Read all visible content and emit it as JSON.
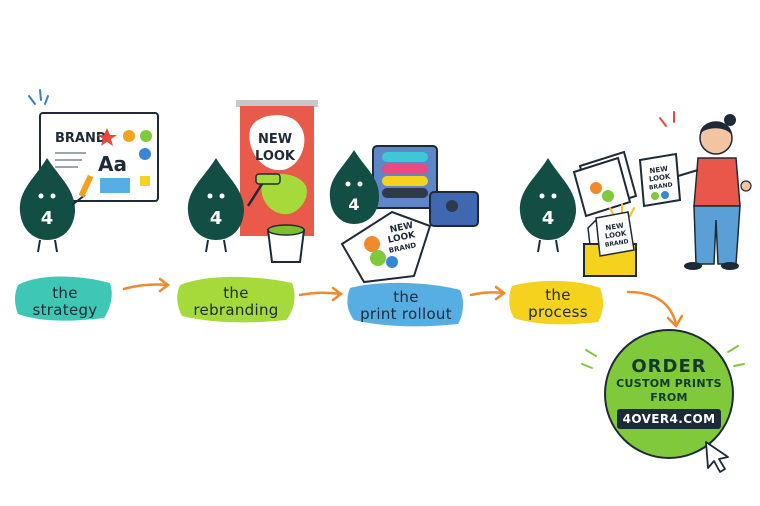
{
  "steps": [
    {
      "line1": "the",
      "line2": "strategy",
      "color": "#3ec7b5"
    },
    {
      "line1": "the",
      "line2": "rebranding",
      "color": "#a6d93a"
    },
    {
      "line1": "the",
      "line2": "print rollout",
      "color": "#57aee3"
    },
    {
      "line1": "the",
      "line2": "process",
      "color": "#f4d21e"
    }
  ],
  "board": {
    "brand": "BRAND",
    "font_sample": "Aa"
  },
  "banner": {
    "line1": "NEW",
    "line2": "LOOK"
  },
  "print_sheet": {
    "line1": "NEW",
    "line2": "LOOK",
    "line3": "BRAND"
  },
  "box_card": {
    "line1": "NEW",
    "line2": "LOOK",
    "line3": "BRAND"
  },
  "held_card": {
    "line1": "NEW",
    "line2": "LOOK",
    "line3": "BRAND"
  },
  "mascot": {
    "number": "4",
    "color": "#134e44"
  },
  "cta": {
    "line1": "ORDER",
    "line2": "CUSTOM PRINTS",
    "line3": "FROM",
    "url": "4OVER4.COM",
    "color": "#7fc93b"
  },
  "arrow_color": "#f08a2a",
  "icons": [
    "pencil-icon",
    "paint-roller-icon",
    "paint-bucket-icon",
    "printing-press-icon",
    "cursor-icon",
    "star-icon"
  ]
}
